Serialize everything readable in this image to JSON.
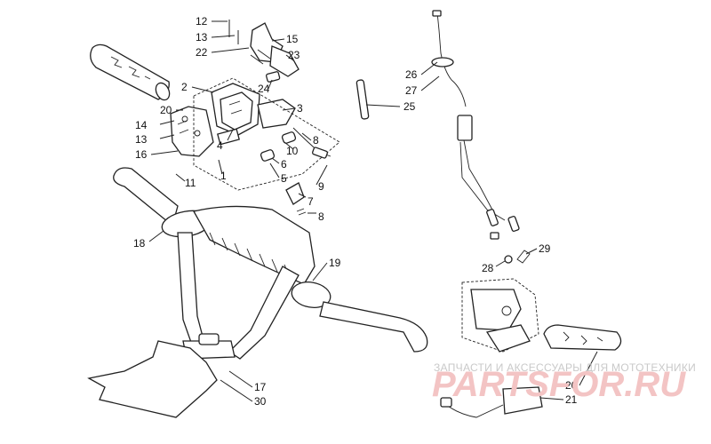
{
  "callouts": [
    {
      "id": "c12a",
      "text": "12"
    },
    {
      "id": "c13a",
      "text": "13"
    },
    {
      "id": "c22",
      "text": "22"
    },
    {
      "id": "c15",
      "text": "15"
    },
    {
      "id": "c23",
      "text": "23"
    },
    {
      "id": "c24",
      "text": "24"
    },
    {
      "id": "c2",
      "text": "2"
    },
    {
      "id": "c20a",
      "text": "20"
    },
    {
      "id": "c14",
      "text": "14"
    },
    {
      "id": "c13b",
      "text": "13"
    },
    {
      "id": "c16",
      "text": "16"
    },
    {
      "id": "c11",
      "text": "11"
    },
    {
      "id": "c4",
      "text": "4"
    },
    {
      "id": "c1",
      "text": "1"
    },
    {
      "id": "c3",
      "text": "3"
    },
    {
      "id": "c8a",
      "text": "8"
    },
    {
      "id": "c10",
      "text": "10"
    },
    {
      "id": "c6",
      "text": "6"
    },
    {
      "id": "c5",
      "text": "5"
    },
    {
      "id": "c9",
      "text": "9"
    },
    {
      "id": "c7",
      "text": "7"
    },
    {
      "id": "c8b",
      "text": "8"
    },
    {
      "id": "c25",
      "text": "25"
    },
    {
      "id": "c26",
      "text": "26"
    },
    {
      "id": "c27",
      "text": "27"
    },
    {
      "id": "c18",
      "text": "18"
    },
    {
      "id": "c19",
      "text": "19"
    },
    {
      "id": "c29",
      "text": "29"
    },
    {
      "id": "c28",
      "text": "28"
    },
    {
      "id": "c17",
      "text": "17"
    },
    {
      "id": "c30",
      "text": "30"
    },
    {
      "id": "c20b",
      "text": "20"
    },
    {
      "id": "c21",
      "text": "21"
    }
  ],
  "watermark": {
    "line1": "ЗАПЧАСТИ И АКСЕССУАРЫ ДЛЯ МОТОТЕХНИКИ",
    "line2": "PARTSFOR.RU"
  }
}
